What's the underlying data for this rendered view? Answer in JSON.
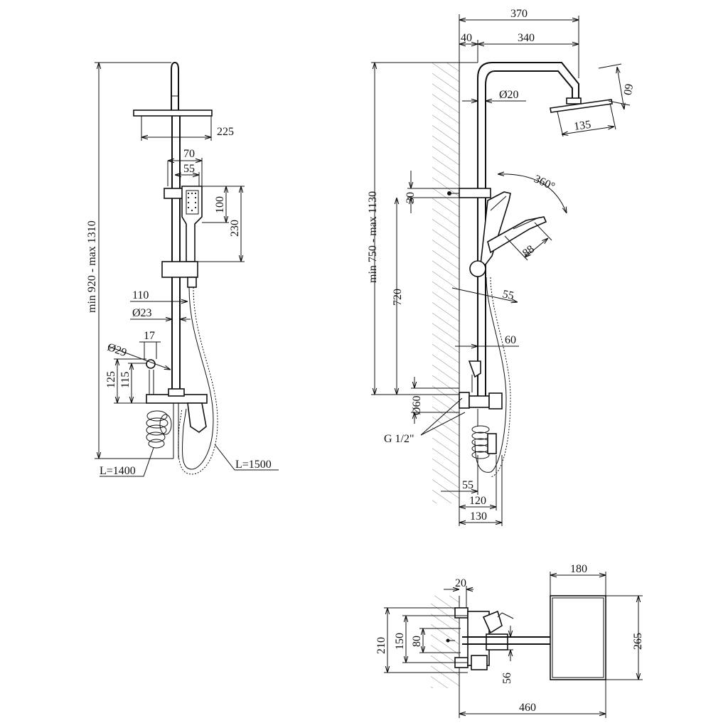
{
  "front_view": {
    "total_height": "min 920 - max 1310",
    "head_width": "225",
    "holder_width_70": "70",
    "holder_width_55": "55",
    "hand_height_100": "100",
    "hand_height_230": "230",
    "offset_110": "110",
    "pipe_diameter": "Ø23",
    "outlet_17": "17",
    "outlet_diameter": "Ø29",
    "height_125": "125",
    "height_115": "115",
    "hose_left": "L=1400",
    "hose_right": "L=1500"
  },
  "side_view": {
    "arm_total": "370",
    "arm_40": "40",
    "arm_340": "340",
    "pipe_diameter": "Ø20",
    "head_height": "60",
    "head_width": "135",
    "rotation": "360°",
    "height_range": "min 750 - max 1130",
    "slider_30": "30",
    "slider_720": "720",
    "hand_88": "88",
    "hand_55": "55",
    "mixer_60": "60",
    "flange_diameter": "Ø60",
    "thread": "G 1/2\"",
    "depth_55": "55",
    "depth_120": "120",
    "depth_130": "130"
  },
  "top_view": {
    "width_20": "20",
    "plate_180": "180",
    "height_210": "210",
    "height_150": "150",
    "height_80": "80",
    "height_56": "56",
    "plate_265": "265",
    "length_460": "460"
  }
}
